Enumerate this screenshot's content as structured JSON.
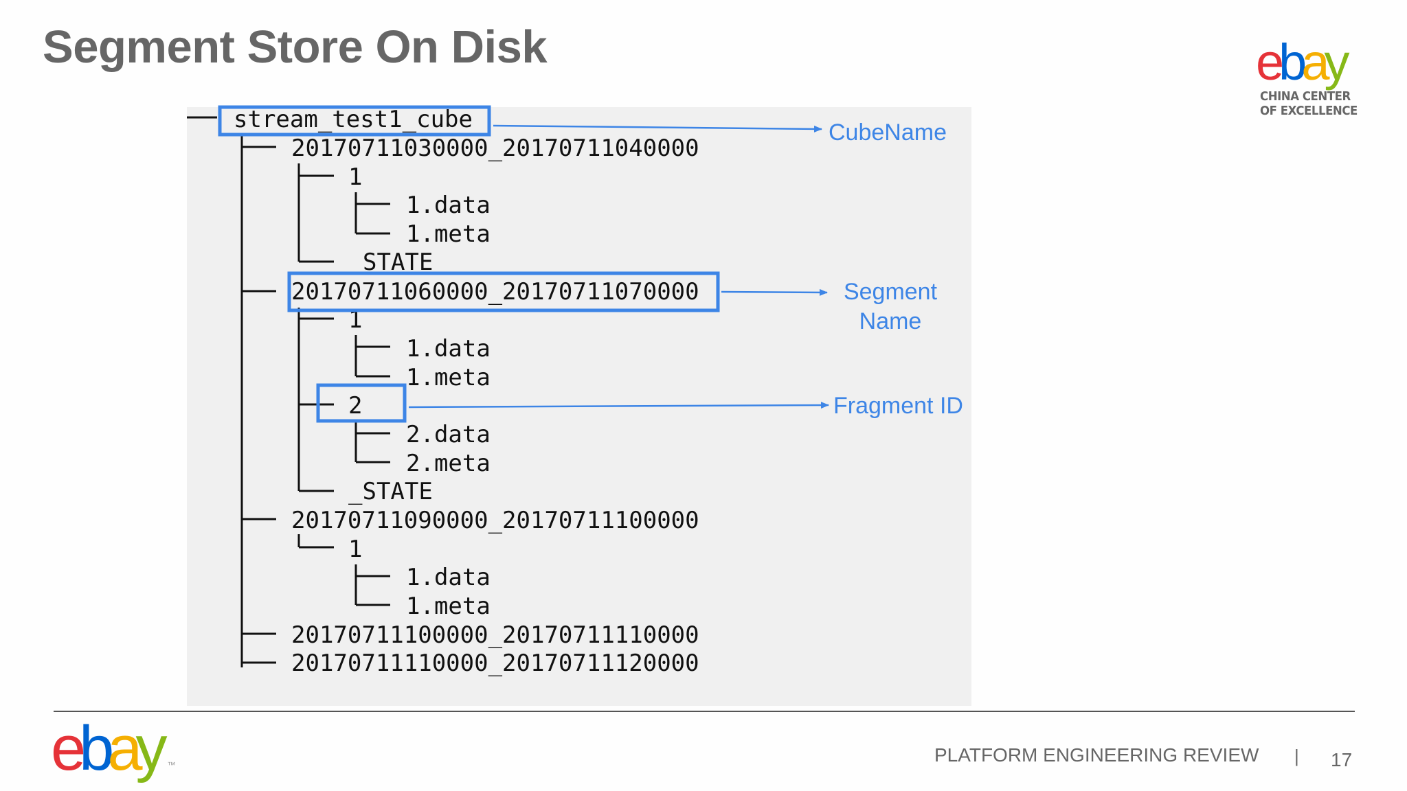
{
  "slide": {
    "title": "Segment Store On Disk",
    "page_number": "17",
    "footer_text": "PLATFORM ENGINEERING REVIEW",
    "footer_separator": "|"
  },
  "logo_top": {
    "letters": [
      "e",
      "b",
      "a",
      "y"
    ],
    "line1": "CHINA CENTER",
    "line2": "OF EXCELLENCE"
  },
  "logo_bottom": {
    "letters": [
      "e",
      "b",
      "a",
      "y"
    ],
    "trademark": "™"
  },
  "tree": {
    "root": "stream_test1_cube",
    "rows": [
      "20170711030000_20170711040000",
      "1",
      "1.data",
      "1.meta",
      "STATE",
      "20170711060000_20170711070000",
      "1",
      "1.data",
      "1.meta",
      "2",
      "2.data",
      "2.meta",
      "_STATE",
      "20170711090000_20170711100000",
      "1",
      "1.data",
      "1.meta",
      "20170711100000_20170711110000",
      "20170711110000_20170711120000"
    ]
  },
  "callouts": {
    "cube_name": "CubeName",
    "segment_line1": "Segment",
    "segment_line2": "Name",
    "fragment_id": "Fragment ID"
  },
  "colors": {
    "title": "#666666",
    "callout_blue": "#3d85e6",
    "panel_bg": "#f0f0f0",
    "ebay_e": "#e53238",
    "ebay_b": "#0064d2",
    "ebay_a": "#f5af02",
    "ebay_y": "#86b817"
  }
}
